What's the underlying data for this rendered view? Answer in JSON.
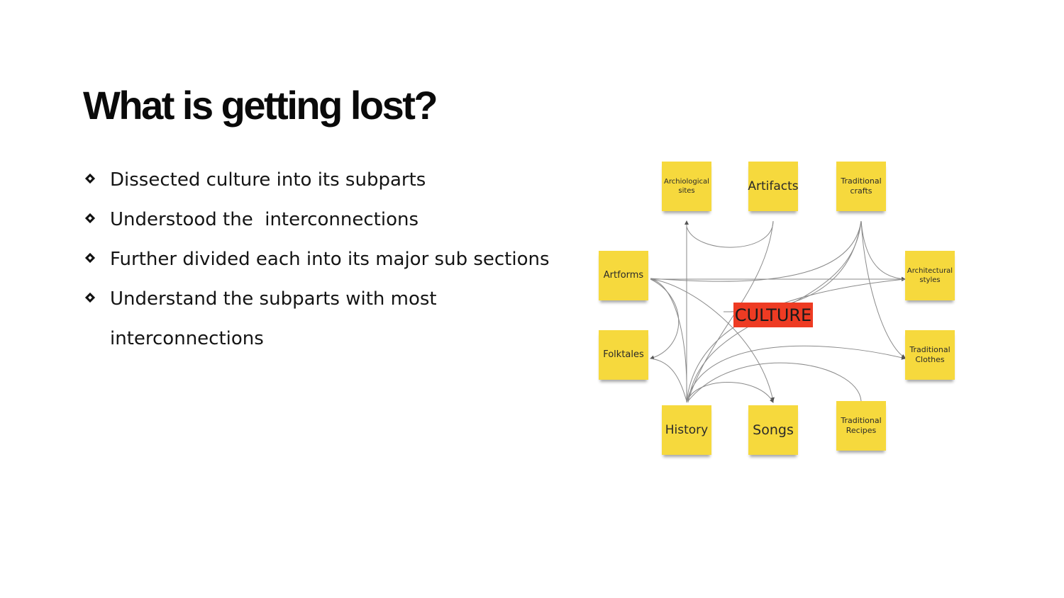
{
  "slide": {
    "title": "What is getting lost?",
    "bullets": [
      "Dissected culture into its subparts",
      "Understood the  interconnections",
      "Further divided each into its major sub sections",
      "Understand the subparts with most interconnections"
    ]
  },
  "diagram": {
    "center_label": "CULTURE",
    "notes": {
      "archeological_sites": "Archiological sites",
      "artifacts": "Artifacts",
      "traditional_crafts": "Traditional crafts",
      "artforms": "Artforms",
      "architectural_styles": "Architectural styles",
      "folktales": "Folktales",
      "traditional_clothes": "Traditional Clothes",
      "history": "History",
      "songs": "Songs",
      "traditional_recipes": "Traditional Recipes"
    },
    "colors": {
      "note": "#f6d93d",
      "center": "#ee3b23",
      "connector": "#8a8a8a"
    }
  }
}
